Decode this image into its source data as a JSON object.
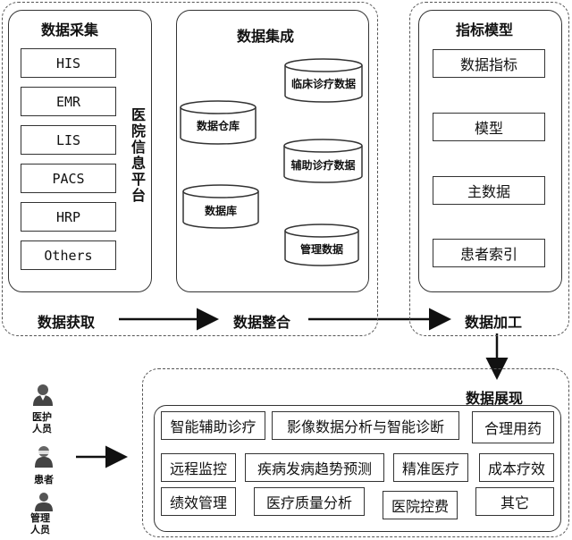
{
  "acquisition": {
    "title": "数据采集",
    "systems": [
      "HIS",
      "EMR",
      "LIS",
      "PACS",
      "HRP",
      "Others"
    ],
    "platform_label": "医院信息平台",
    "stage_label": "数据获取"
  },
  "integration": {
    "title": "数据集成",
    "stores": {
      "warehouse": "数据仓库",
      "database": "数据库",
      "clinical": "临床诊疗数据",
      "auxiliary": "辅助诊疗数据",
      "management": "管理数据"
    },
    "stage_label": "数据整合"
  },
  "model": {
    "title": "指标模型",
    "items": [
      "数据指标",
      "模型",
      "主数据",
      "患者索引"
    ],
    "stage_label": "数据加工"
  },
  "presentation": {
    "title": "数据展现",
    "rows": [
      [
        "智能辅助诊疗",
        "影像数据分析与智能诊断",
        "合理用药"
      ],
      [
        "远程监控",
        "疾病发病趋势预测",
        "精准医疗",
        "成本疗效"
      ],
      [
        "绩效管理",
        "医疗质量分析",
        "医院控费",
        "其它"
      ]
    ]
  },
  "users": {
    "medical_staff": "医护人员",
    "patient": "患者",
    "management_staff": "管理人员"
  }
}
